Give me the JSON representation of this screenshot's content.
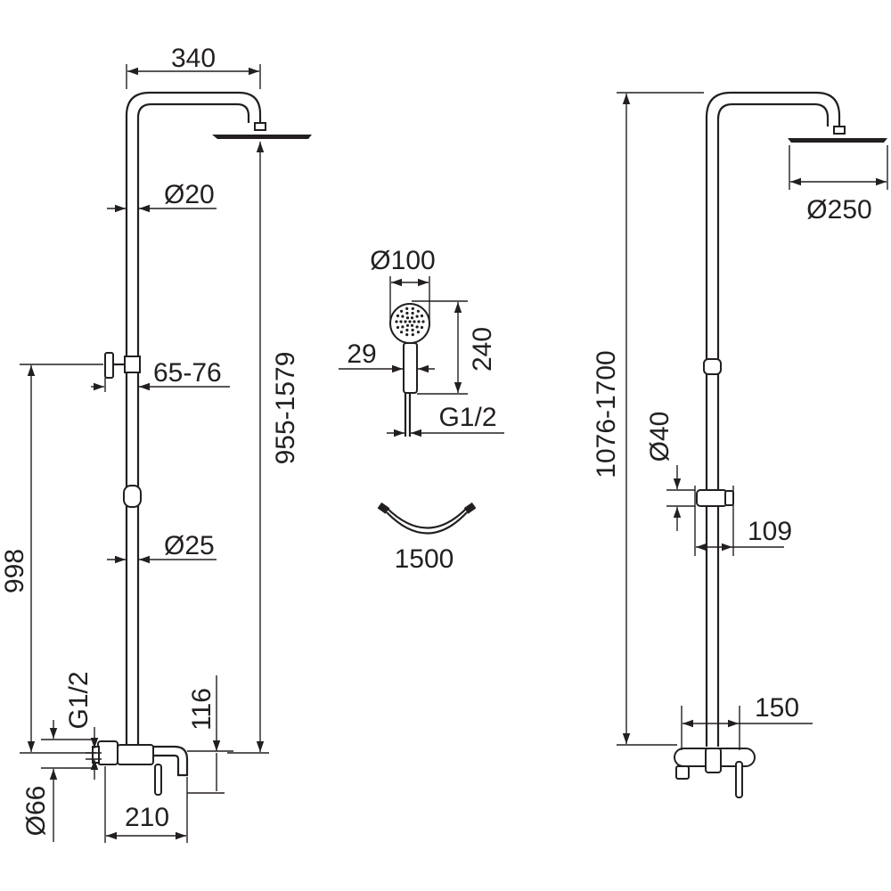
{
  "left_view": {
    "dim_width": "340",
    "dim_pipe_upper": "Ø20",
    "dim_offset": "65-76",
    "dim_pipe_lower": "Ø25",
    "dim_total_height": "998",
    "dim_range_height": "955-1579",
    "dim_thread": "G1/2",
    "dim_spout_height": "116",
    "dim_escutcheon": "Ø66",
    "dim_spout_length": "210"
  },
  "hand_shower": {
    "dim_head": "Ø100",
    "dim_length": "240",
    "dim_handle": "29",
    "dim_thread": "G1/2"
  },
  "hose": {
    "dim_length": "1500"
  },
  "right_view": {
    "dim_height_range": "1076-1700",
    "dim_head": "Ø250",
    "dim_slider": "Ø40",
    "dim_slider_depth": "109",
    "dim_mixer_width": "150"
  }
}
